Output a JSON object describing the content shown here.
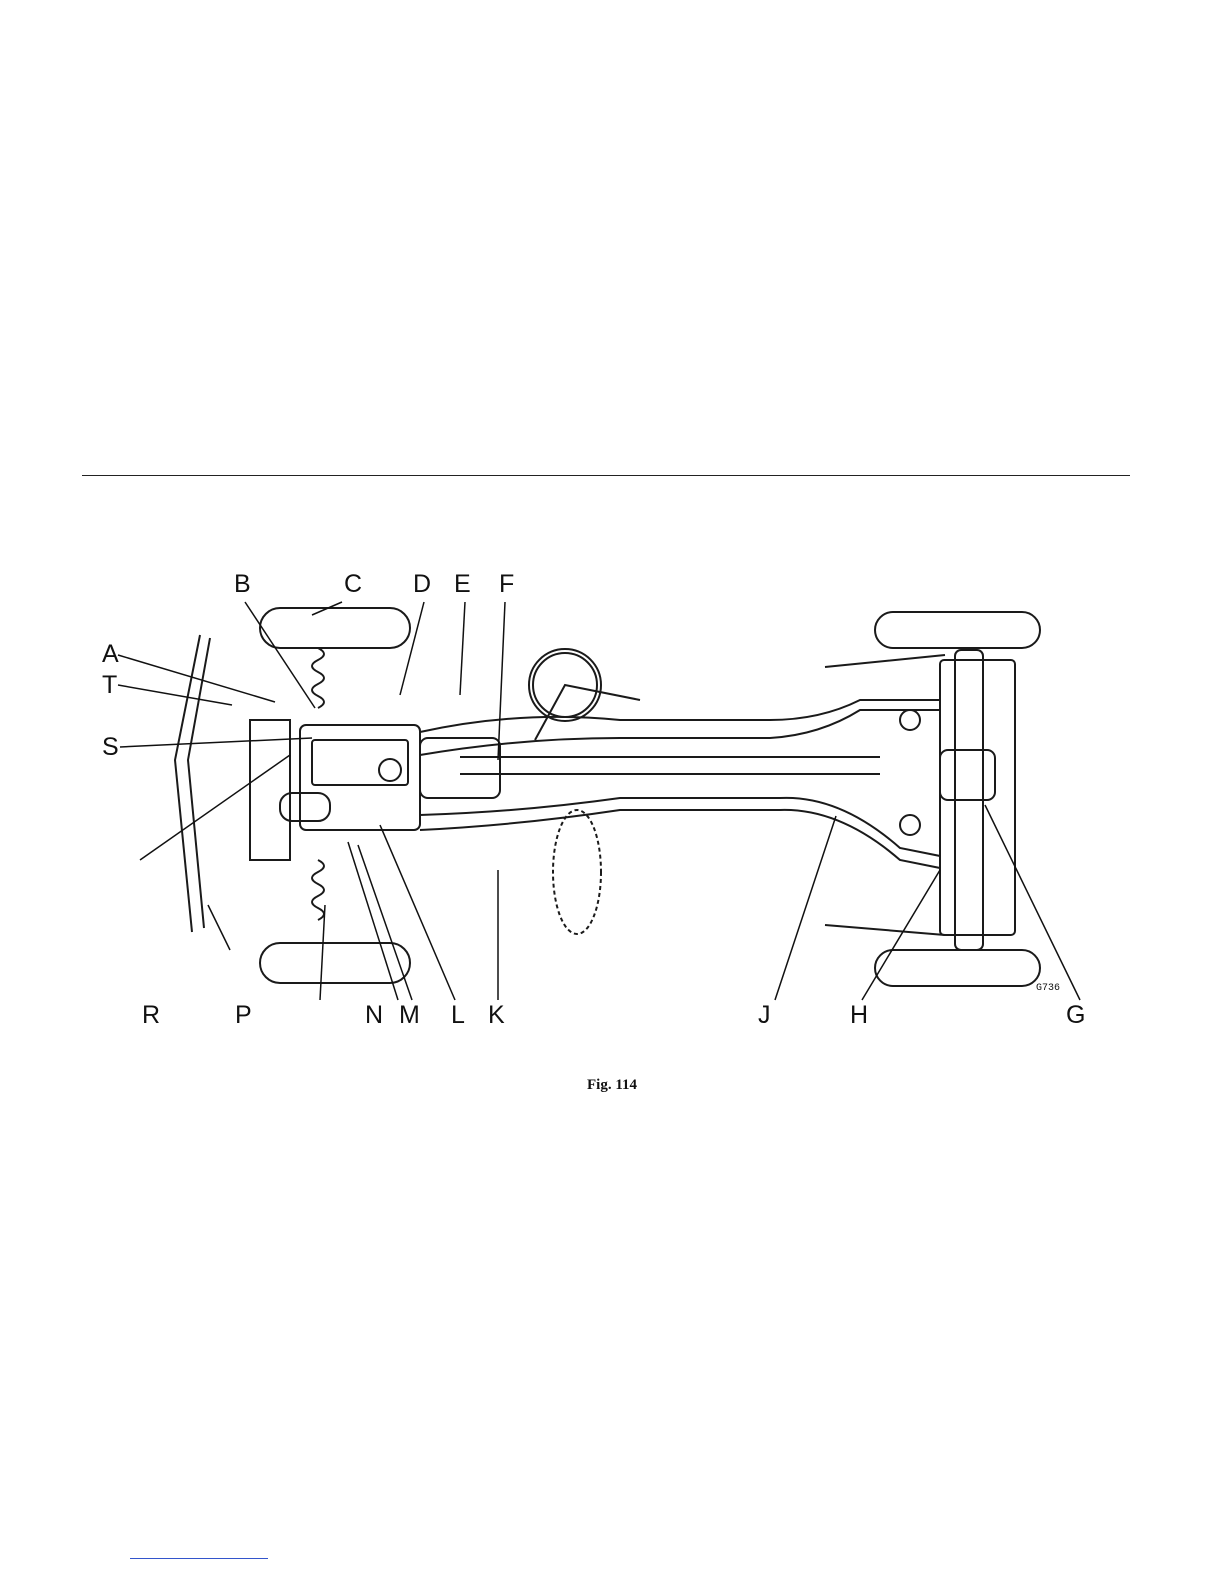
{
  "figure": {
    "caption": "Fig. 114",
    "drawing_code": "G736",
    "callouts": [
      "A",
      "B",
      "C",
      "D",
      "E",
      "F",
      "G",
      "H",
      "J",
      "K",
      "L",
      "M",
      "N",
      "P",
      "R",
      "S",
      "T"
    ]
  }
}
